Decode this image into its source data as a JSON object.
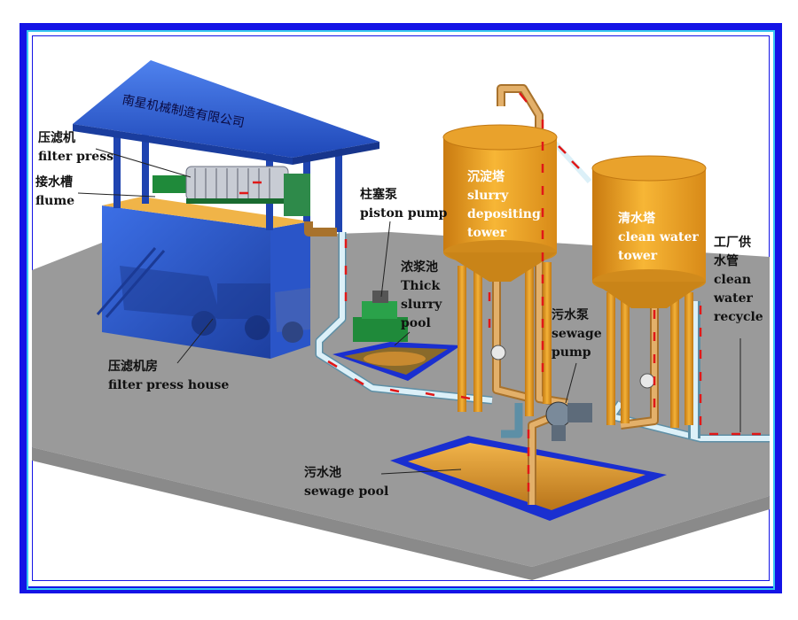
{
  "company_name": "南星机械制造有限公司",
  "labels": {
    "filter_press": {
      "zh": "压滤机",
      "en": "filter press"
    },
    "flume": {
      "zh": "接水槽",
      "en": "flume"
    },
    "filter_press_house": {
      "zh": "压滤机房",
      "en": "filter press house"
    },
    "piston_pump": {
      "zh": "柱塞泵",
      "en": "piston pump"
    },
    "thick_slurry_pool": {
      "zh": "浓浆池",
      "en_line1": "Thick",
      "en_line2": "slurry",
      "en_line3": "pool"
    },
    "slurry_depositing_tower": {
      "zh": "沉淀塔",
      "en_line1": "slurry",
      "en_line2": "depositing",
      "en_line3": "tower"
    },
    "clean_water_tower": {
      "zh": "清水塔",
      "en_line1": "clean water",
      "en_line2": "tower"
    },
    "sewage_pump": {
      "zh": "污水泵",
      "en_line1": "sewage",
      "en_line2": "pump"
    },
    "sewage_pool": {
      "zh": "污水池",
      "en": "sewage pool"
    },
    "clean_water_recycle": {
      "zh_line1": "工厂供",
      "zh_line2": "水管",
      "en_line1": "clean",
      "en_line2": "water",
      "en_line3": "recycle"
    }
  },
  "colors": {
    "frame": "#1414e6",
    "roof": "#2f5fd0",
    "building": "#3d6ee0",
    "tower": "#f0a82a",
    "ground": "#9c9c9c",
    "pipe_water": "#d8eef6",
    "pipe_slurry": "#d9a25a",
    "flow_arrow": "#e01818",
    "pool_border": "#1a2fd0"
  }
}
